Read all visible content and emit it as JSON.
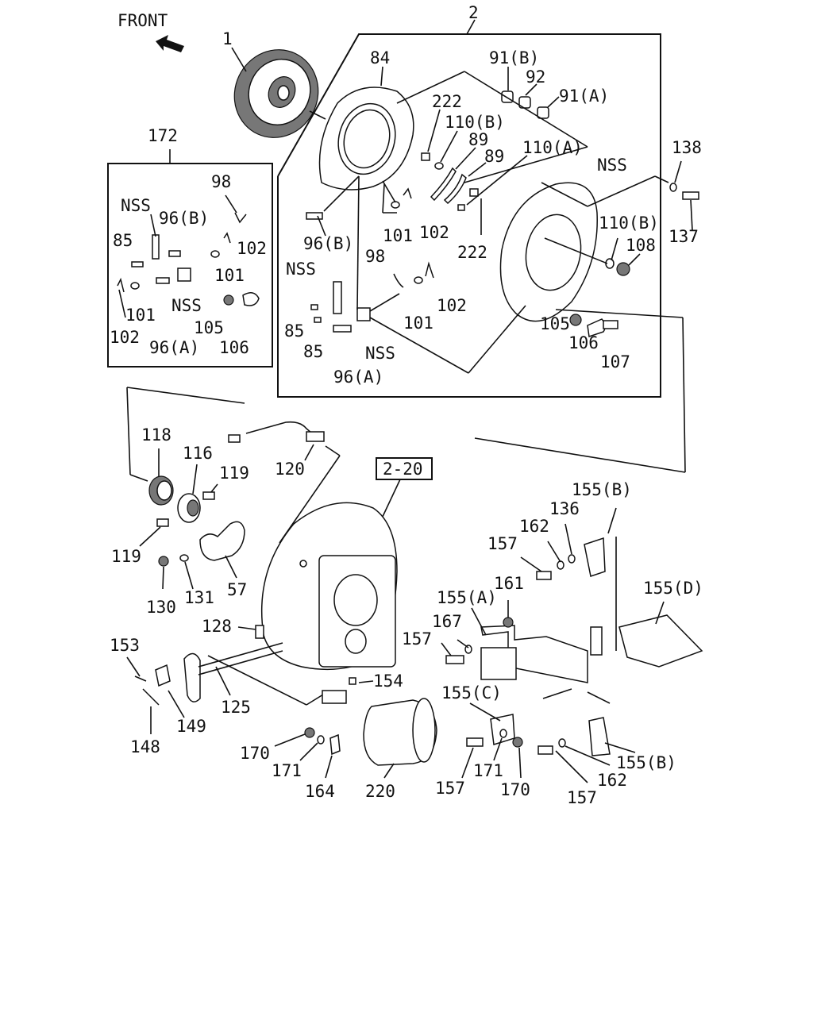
{
  "orientation": {
    "label": "FRONT",
    "icon": "front-arrow-icon"
  },
  "callouts": {
    "c1": "1",
    "c2": "2",
    "c84": "84",
    "c91b": "91(B)",
    "c92": "92",
    "c91a": "91(A)",
    "c222a": "222",
    "c110b_top": "110(B)",
    "c89a": "89",
    "c89b": "89",
    "c110a": "110(A)",
    "c172": "172",
    "c98_inset": "98",
    "nss_inset_top": "NSS",
    "c96b_inset": "96(B)",
    "c85_inset": "85",
    "c102_inset_top": "102",
    "c101_inset_top": "101",
    "nss_inset_mid": "NSS",
    "c102_inset_bot": "102",
    "c101_inset_bot": "101",
    "c96a_inset": "96(A)",
    "c105_inset": "105",
    "c106_inset": "106",
    "nss_right": "NSS",
    "c138": "138",
    "c137": "137",
    "c110b_right": "110(B)",
    "c108": "108",
    "c96b_main": "96(B)",
    "c101_main_top": "101",
    "c102_main_top": "102",
    "c222b": "222",
    "c98_main": "98",
    "nss_main_left": "NSS",
    "c102_main_bot": "102",
    "c101_main_bot": "101",
    "c85_main_a": "85",
    "c85_main_b": "85",
    "nss_main_bot": "NSS",
    "c96a_main": "96(A)",
    "c105_main": "105",
    "c106_main": "106",
    "c107": "107",
    "c118": "118",
    "c116": "116",
    "c119a": "119",
    "c120": "120",
    "ref_2_20": "2-20",
    "c119b": "119",
    "c130": "130",
    "c131": "131",
    "c57": "57",
    "c155b_top": "155(B)",
    "c136": "136",
    "c162_top": "162",
    "c157_top": "157",
    "c161": "161",
    "c155a": "155(A)",
    "c155d": "155(D)",
    "c167": "167",
    "c157_mid": "157",
    "c128": "128",
    "c153": "153",
    "c154": "154",
    "c125": "125",
    "c149": "149",
    "c148": "148",
    "c155c": "155(C)",
    "c170_left": "170",
    "c171_left": "171",
    "c164": "164",
    "c220": "220",
    "c157_bot_left": "157",
    "c171_right": "171",
    "c170_right": "170",
    "c155b_bot": "155(B)",
    "c162_bot": "162",
    "c157_bot_right": "157"
  }
}
